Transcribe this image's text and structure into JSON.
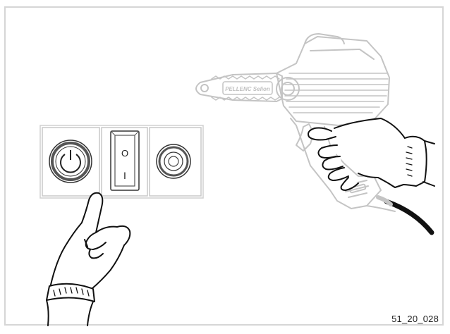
{
  "figure": {
    "reference_code": "51_20_028",
    "controls": [
      "power-button",
      "rocker-switch",
      "round-socket"
    ],
    "rocker_switch": {
      "top_symbol": "O",
      "bottom_symbol": "I"
    },
    "chainsaw_brand_text": "PELLENC Selion"
  }
}
